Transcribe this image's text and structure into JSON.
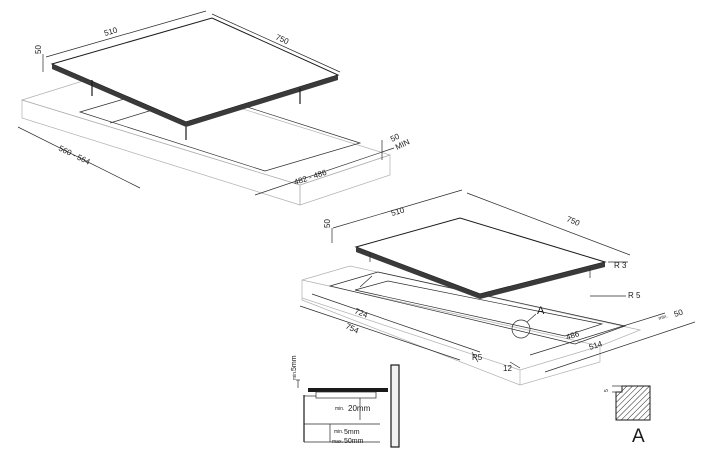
{
  "colors": {
    "ink": "#1a1a1a",
    "ghost": "#b0b0b0",
    "background": "#ffffff"
  },
  "top_view": {
    "hob_width": "510",
    "hob_depth": "750",
    "hob_height": "50",
    "cutout_depth": "560 - 564",
    "cutout_width": "482 - 486",
    "clearance_value": "50",
    "clearance_unit": "MIN"
  },
  "flush_view": {
    "hob_width": "510",
    "hob_depth": "750",
    "hob_height": "50",
    "radius_corner": "R 3",
    "radius_recess": "R 5",
    "detail_marker": "A",
    "recess_depth": "724",
    "outer_depth": "754",
    "recess_width": "486",
    "outer_width": "514",
    "radius_inner": "R5",
    "ledge": "12",
    "clearance_prefix": "min.",
    "clearance_value": "50"
  },
  "section_view": {
    "top_gap_prefix": "min.",
    "top_gap_value": "5mm",
    "panel_gap_prefix": "min.",
    "panel_gap_value": "20mm",
    "bottom_min_prefix": "min.",
    "bottom_min_value": "5mm",
    "bottom_max_prefix": "max.",
    "bottom_max_value": "50mm"
  },
  "detail_a": {
    "depth_value": "5",
    "label": "A"
  }
}
